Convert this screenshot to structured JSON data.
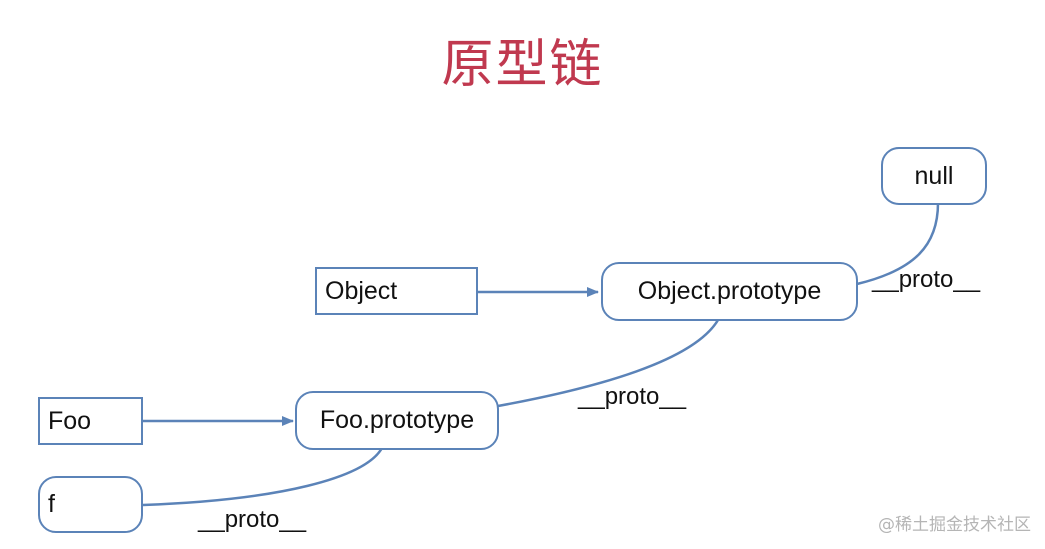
{
  "title": "原型链",
  "nodes": {
    "object": "Object",
    "object_prototype": "Object.prototype",
    "null": "null",
    "foo": "Foo",
    "foo_prototype": "Foo.prototype",
    "f": "f"
  },
  "edge_labels": {
    "object_prototype_to_null": "__proto__",
    "foo_prototype_to_object_prototype": "__proto__",
    "f_to_foo_prototype": "__proto__"
  },
  "watermark": "@稀土掘金技术社区",
  "colors": {
    "title": "#c0394f",
    "line": "#5b83b8",
    "text": "#111111"
  }
}
